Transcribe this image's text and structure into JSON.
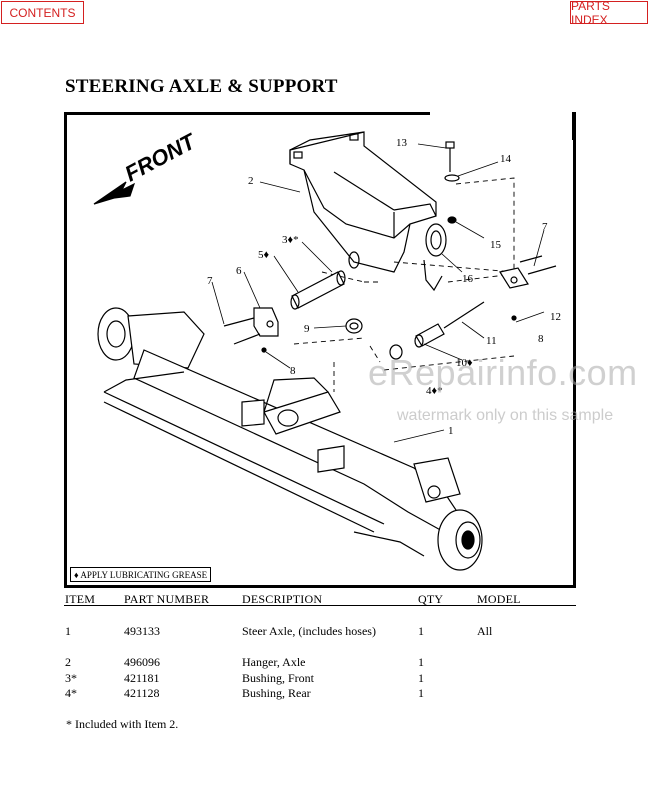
{
  "nav": {
    "contents_label": "CONTENTS",
    "parts_index_label": "PARTS INDEX"
  },
  "page": {
    "title": "STEERING AXLE & SUPPORT"
  },
  "diagram": {
    "front_label": "FRONT",
    "callouts": [
      "13",
      "14",
      "2",
      "15",
      "16",
      "3♦*",
      "5♦",
      "6",
      "7",
      "7",
      "12",
      "9",
      "8",
      "8",
      "11",
      "10♦",
      "4♦*",
      "1"
    ],
    "legend": "♦ APPLY LUBRICATING GREASE"
  },
  "watermark": {
    "main": "eRepairinfo.com",
    "sub": "watermark only on this sample"
  },
  "table": {
    "headers": [
      "ITEM",
      "PART NUMBER",
      "DESCRIPTION",
      "QTY",
      "MODEL"
    ],
    "rows": [
      [
        "1",
        "493133",
        "Steer Axle, (includes hoses)",
        "1",
        "All"
      ],
      [
        "2",
        "496096",
        "Hanger, Axle",
        "1",
        ""
      ],
      [
        "3*",
        "421181",
        "Bushing, Front",
        "1",
        ""
      ],
      [
        "4*",
        "421128",
        "Bushing, Rear",
        "1",
        ""
      ]
    ]
  },
  "footnote": "* Included with Item 2."
}
